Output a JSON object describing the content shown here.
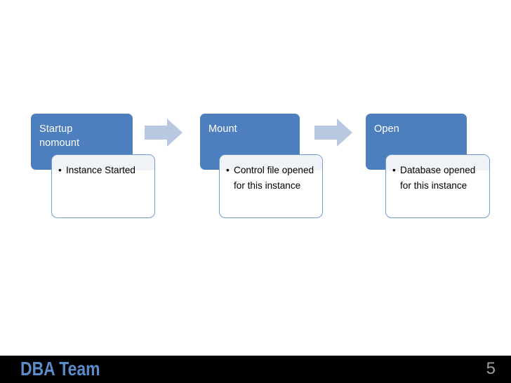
{
  "slide": {
    "background_color": "#FFFFFF",
    "accent_color": "#4D7EBD",
    "arrow_color": "#B8C8E0",
    "body_border_color": "#6E9BD2"
  },
  "diagram": {
    "type": "process-flow",
    "stages": [
      {
        "title": "Startup\nnomount",
        "bullets": [
          "Instance Started"
        ]
      },
      {
        "title": "Mount",
        "bullets": [
          "Control file opened for this instance"
        ]
      },
      {
        "title": "Open",
        "bullets": [
          "Database opened for this instance"
        ]
      }
    ],
    "connectors": [
      {
        "icon": "right-arrow-icon"
      },
      {
        "icon": "right-arrow-icon"
      }
    ]
  },
  "footer": {
    "title": "DBA Team",
    "page_number": "5",
    "title_color": "#5B8BC9",
    "page_number_color": "#A0A0A0",
    "background_color": "#000000"
  }
}
